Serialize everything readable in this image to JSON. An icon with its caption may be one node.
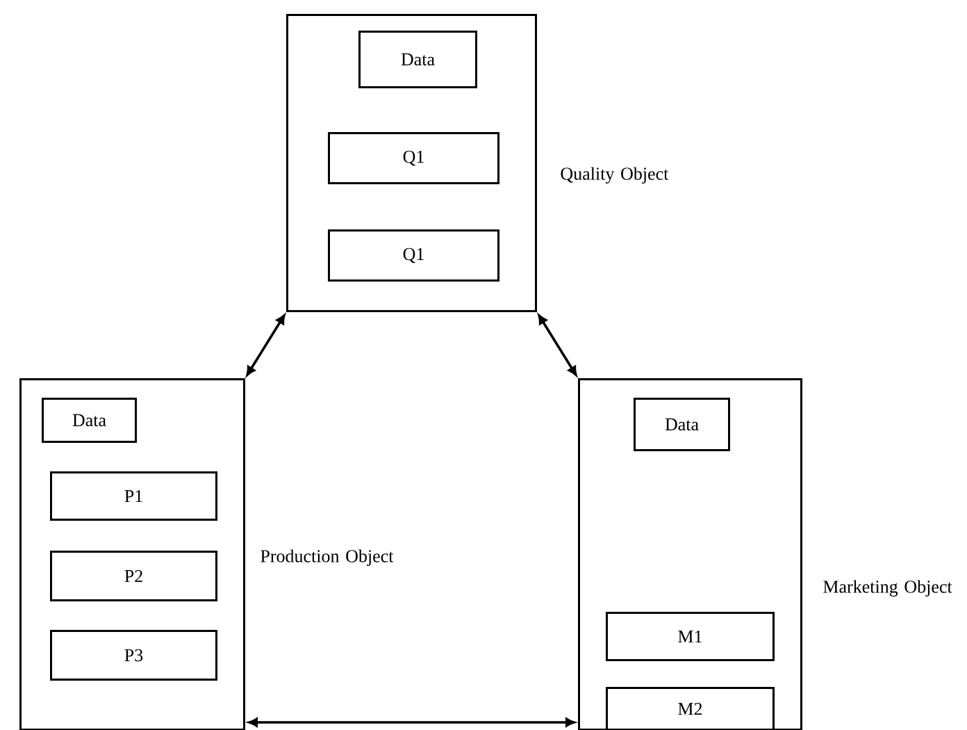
{
  "diagram": {
    "nodes": [
      {
        "text": [
          "Quality Object"
        ]
      },
      {
        "text": [
          "Data"
        ],
        "in": 0
      },
      {
        "text": [
          "Q1"
        ],
        "in": 0
      },
      {
        "text": [
          "Q1"
        ],
        "in": 0
      },
      {
        "text": [
          "Production Object"
        ]
      },
      {
        "text": [
          "Data"
        ],
        "in": 4
      },
      {
        "text": [
          "P1"
        ],
        "in": 4
      },
      {
        "text": [
          "P2"
        ],
        "in": 4
      },
      {
        "text": [
          "P3"
        ],
        "in": 4
      },
      {
        "text": [
          "Marketing Object"
        ]
      },
      {
        "text": [
          "Data"
        ],
        "in": 9
      },
      {
        "text": [
          "M1"
        ],
        "in": 9
      },
      {
        "text": [
          "M2"
        ],
        "in": 9
      }
    ],
    "edges": [
      {
        "from": 0,
        "to": 4,
        "arrow": "both"
      },
      {
        "from": 0,
        "to": 9,
        "arrow": "both"
      },
      {
        "from": 4,
        "to": 9,
        "arrow": "both"
      }
    ]
  }
}
